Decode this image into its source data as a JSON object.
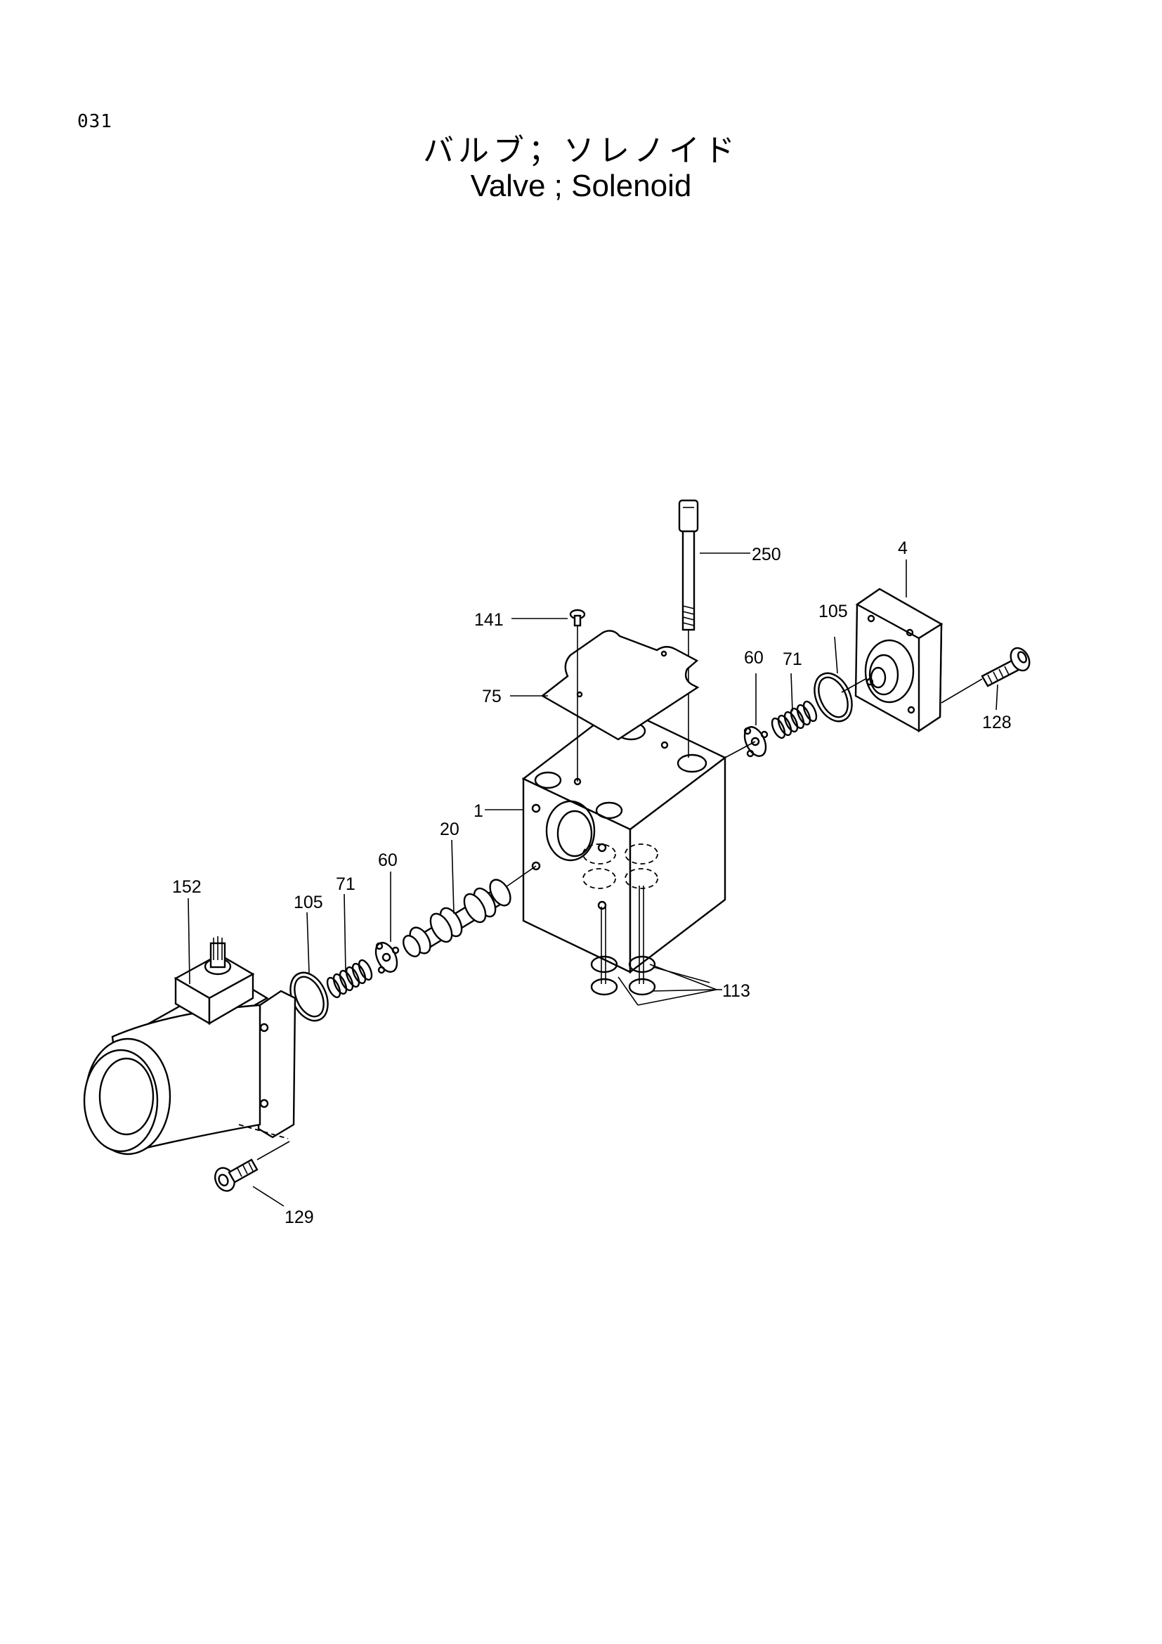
{
  "page_number": "031",
  "title_jp": "バルブ；ソレノイド",
  "title_en": "Valve ; Solenoid",
  "callouts": {
    "c1": "1",
    "c4": "4",
    "c20": "20",
    "c60_left": "60",
    "c60_right": "60",
    "c71_left": "71",
    "c71_right": "71",
    "c75": "75",
    "c105_left": "105",
    "c105_right": "105",
    "c113": "113",
    "c128": "128",
    "c129": "129",
    "c141": "141",
    "c152": "152",
    "c250": "250"
  }
}
